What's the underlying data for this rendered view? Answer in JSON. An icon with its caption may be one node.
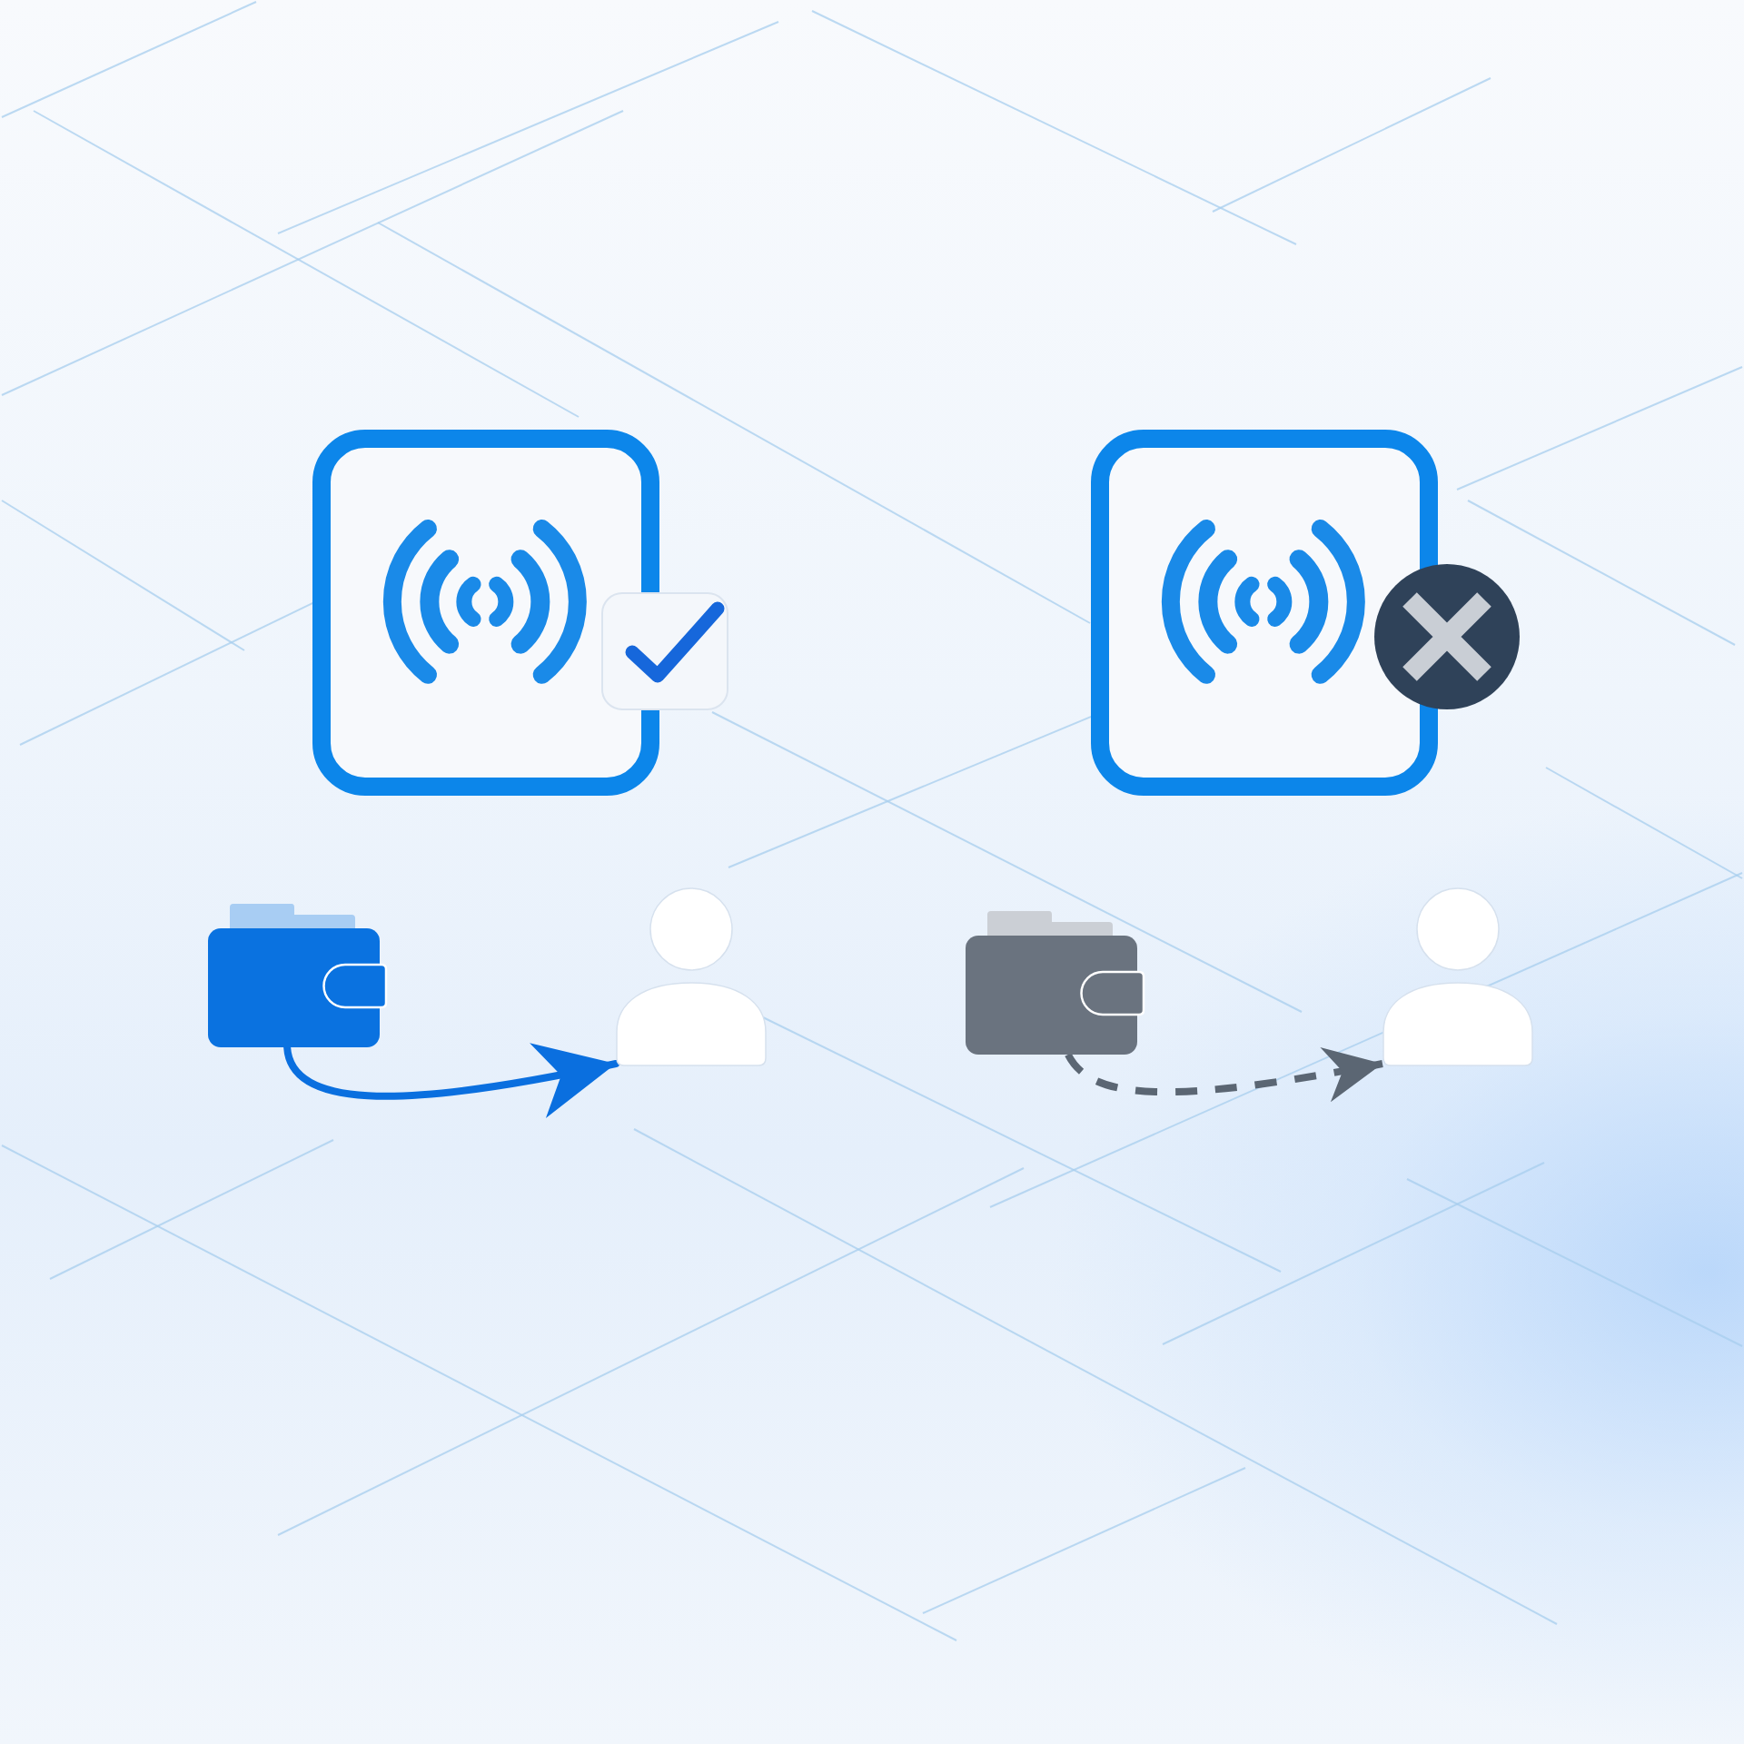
{
  "diagram": {
    "nodes": [
      {
        "text": [],
        "shape": "picture"
      },
      {
        "text": [],
        "shape": "picture"
      },
      {
        "text": [],
        "shape": "picture"
      },
      {
        "text": [],
        "shape": "person"
      },
      {
        "text": [],
        "shape": "picture"
      },
      {
        "text": [],
        "shape": "person"
      }
    ],
    "edges": [
      {
        "from": 2,
        "to": 3,
        "arrow": "to",
        "color": "#0a6fdf"
      },
      {
        "from": 4,
        "to": 5,
        "arrow": "to",
        "style": "dashed",
        "color": "#5b6673"
      }
    ]
  }
}
